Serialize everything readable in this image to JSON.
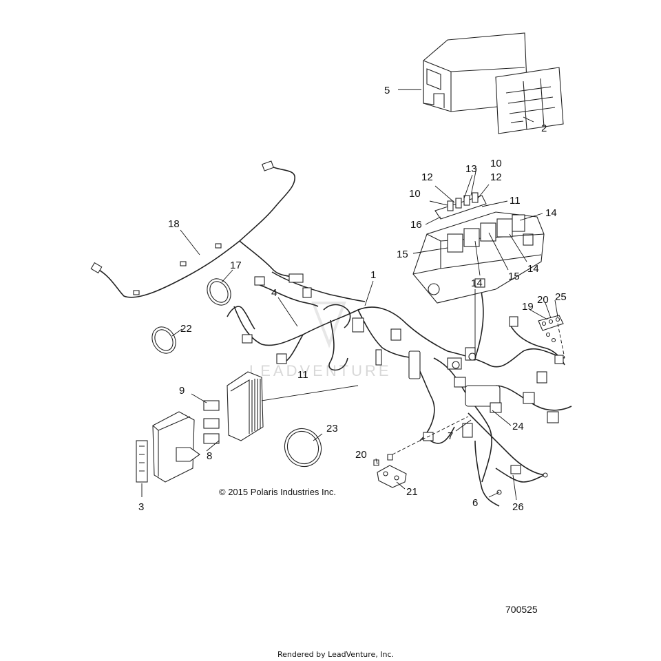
{
  "diagram": {
    "copyright": "© 2015 Polaris Industries Inc.",
    "document_number": "700525",
    "footer": "Rendered by LeadVenture, Inc.",
    "watermark": "LEADVENTURE",
    "callouts": [
      {
        "id": "c5",
        "text": "5"
      },
      {
        "id": "c2",
        "text": "2"
      },
      {
        "id": "c12a",
        "text": "12"
      },
      {
        "id": "c13",
        "text": "13"
      },
      {
        "id": "c10a",
        "text": "10"
      },
      {
        "id": "c12b",
        "text": "12"
      },
      {
        "id": "c10b",
        "text": "10"
      },
      {
        "id": "c11a",
        "text": "11"
      },
      {
        "id": "c16",
        "text": "16"
      },
      {
        "id": "c14a",
        "text": "14"
      },
      {
        "id": "c15a",
        "text": "15"
      },
      {
        "id": "c14b",
        "text": "14"
      },
      {
        "id": "c14c",
        "text": "14"
      },
      {
        "id": "c15b",
        "text": "15"
      },
      {
        "id": "c18",
        "text": "18"
      },
      {
        "id": "c17",
        "text": "17"
      },
      {
        "id": "c1",
        "text": "1"
      },
      {
        "id": "c4",
        "text": "4"
      },
      {
        "id": "c22",
        "text": "22"
      },
      {
        "id": "c19",
        "text": "19"
      },
      {
        "id": "c20a",
        "text": "20"
      },
      {
        "id": "c25",
        "text": "25"
      },
      {
        "id": "c11b",
        "text": "11"
      },
      {
        "id": "c9",
        "text": "9"
      },
      {
        "id": "c8",
        "text": "8"
      },
      {
        "id": "c23",
        "text": "23"
      },
      {
        "id": "c24",
        "text": "24"
      },
      {
        "id": "c7",
        "text": "7"
      },
      {
        "id": "c20b",
        "text": "20"
      },
      {
        "id": "c21",
        "text": "21"
      },
      {
        "id": "c6",
        "text": "6"
      },
      {
        "id": "c26",
        "text": "26"
      },
      {
        "id": "c3",
        "text": "3"
      }
    ]
  }
}
